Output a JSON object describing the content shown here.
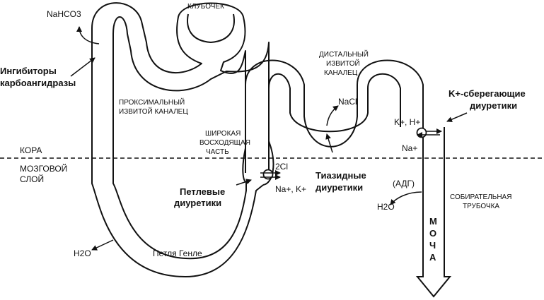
{
  "labels": {
    "glomerulus": "КЛУБОЧЕК",
    "nahco3": "NaHCO3",
    "ca_inhibitors_1": "Ингибиторы",
    "ca_inhibitors_2": "карбоангидразы",
    "proximal_1": "ПРОКСИМАЛЬНЫЙ",
    "proximal_2": "ИЗВИТОЙ КАНАЛЕЦ",
    "distal_1": "ДИСТАЛЬНЫЙ",
    "distal_2": "ИЗВИТОЙ",
    "distal_3": "КАНАЛЕЦ",
    "nacl": "NaCl",
    "k_sparing_1": "K+-сберегающие",
    "k_sparing_2": "диуретики",
    "k_h": "K+, H+",
    "na_collecting": "Na+",
    "ascending_1": "ШИРОКАЯ",
    "ascending_2": "ВОСХОДЯЩАЯ",
    "ascending_3": "ЧАСТЬ",
    "cortex": "КОРА",
    "medulla_1": "МОЗГОВОЙ",
    "medulla_2": "СЛОЙ",
    "two_cl": "2Cl",
    "na_k": "Na+, K+",
    "loop_diuretics_1": "Петлевые",
    "loop_diuretics_2": "диуретики",
    "thiazide_1": "Тиазидные",
    "thiazide_2": "диуретики",
    "adh": "(АДГ)",
    "h2o_collecting": "H2O",
    "collecting_1": "СОБИРАТЕЛЬНАЯ",
    "collecting_2": "ТРУБОЧКА",
    "h2o_loop": "H2O",
    "loop_henle": "Петля Генле",
    "urine": [
      "М",
      "О",
      "Ч",
      "А"
    ]
  }
}
